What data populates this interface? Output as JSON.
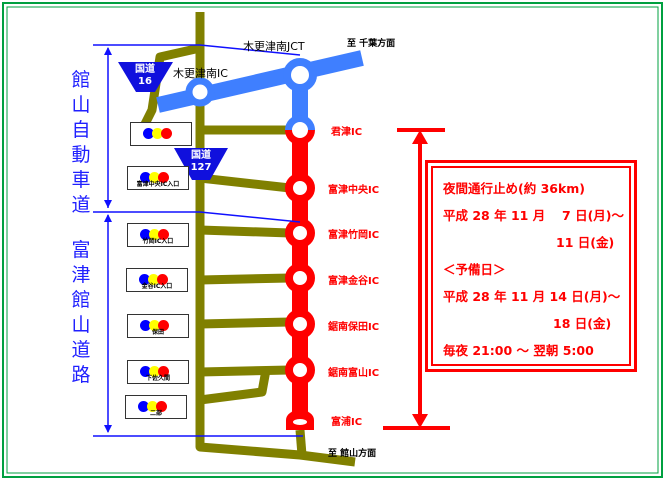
{
  "routes": {
    "kanjido": "館山自動車道",
    "futtsu_tateyama": "富津館山道路"
  },
  "shields": [
    {
      "label": "国道",
      "number": "16"
    },
    {
      "label": "国道",
      "number": "127"
    }
  ],
  "junction": "木更津南JCT",
  "to_chiba": "至 千葉方面",
  "to_tateyama": "至 館山方面",
  "kisarazu_minami_ic": "木更津南IC",
  "interchanges": [
    "君津IC",
    "富津中央IC",
    "富津竹岡IC",
    "富津金谷IC",
    "鋸南保田IC",
    "鋸南富山IC",
    "富浦IC"
  ],
  "signals": [
    "",
    "富津中央IC入口",
    "竹岡IC入口",
    "金谷IC入口",
    "保田",
    "下佐久間",
    "二部"
  ],
  "notice": {
    "title": "夜間通行止め(約 36km)",
    "line1": "平成 28 年 11 月　 7 日(月)～",
    "line2": "11 日(金)",
    "reserve": "＜予備日＞",
    "line3": "平成 28 年 11 月 14 日(月)～",
    "line4": "18 日(金)",
    "hours": "毎夜 21:00 ～ 翌朝 5:00"
  },
  "colors": {
    "frame": "#00a040",
    "olive": "#808000",
    "blue_road": "#3f7fff",
    "red_road": "#ff0000",
    "bracket": "#1010ff"
  }
}
